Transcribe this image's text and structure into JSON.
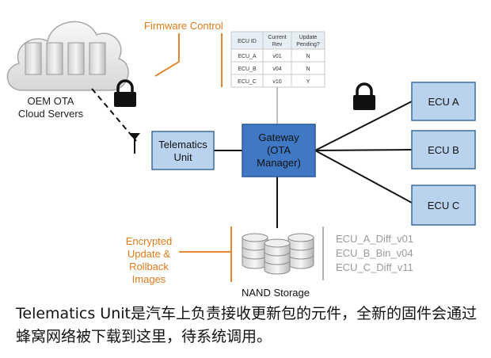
{
  "diagram": {
    "cloud_label": [
      "OEM OTA",
      "Cloud Servers"
    ],
    "firmware_control": {
      "title": "Firmware Control",
      "headers": [
        [
          "ECU ID"
        ],
        [
          "Current",
          "Rev"
        ],
        [
          "Update",
          "Pending?"
        ]
      ],
      "rows": [
        [
          "ECU_A",
          "v01",
          "N"
        ],
        [
          "ECU_B",
          "v04",
          "N"
        ],
        [
          "ECU_C",
          "v10",
          "Y"
        ]
      ]
    },
    "telematics_unit": [
      "Telematics",
      "Unit"
    ],
    "gateway": [
      "Gateway",
      "(OTA",
      "Manager)"
    ],
    "ecus": [
      "ECU A",
      "ECU B",
      "ECU C"
    ],
    "encrypted_label": [
      "Encrypted",
      "Update &",
      "Rollback",
      "Images"
    ],
    "storage_label": "NAND Storage",
    "image_files": [
      "ECU_A_Diff_v01",
      "ECU_B_Bin_v04",
      "ECU_C_Diff_v11"
    ],
    "icons": [
      "cloud-icon",
      "server-icon",
      "lock-icon",
      "antenna-icon",
      "database-icon"
    ],
    "colors": {
      "box_fill": "#b9d3ee",
      "box_stroke": "#3f6c9e",
      "gateway_fill": "#3f79c4",
      "orange": "#e07b1a",
      "grey": "#999999"
    }
  },
  "caption": "Telematics Unit是汽车上负责接收更新包的元件，全新的固件会通过蜂窝网络被下载到这里，待系统调用。"
}
